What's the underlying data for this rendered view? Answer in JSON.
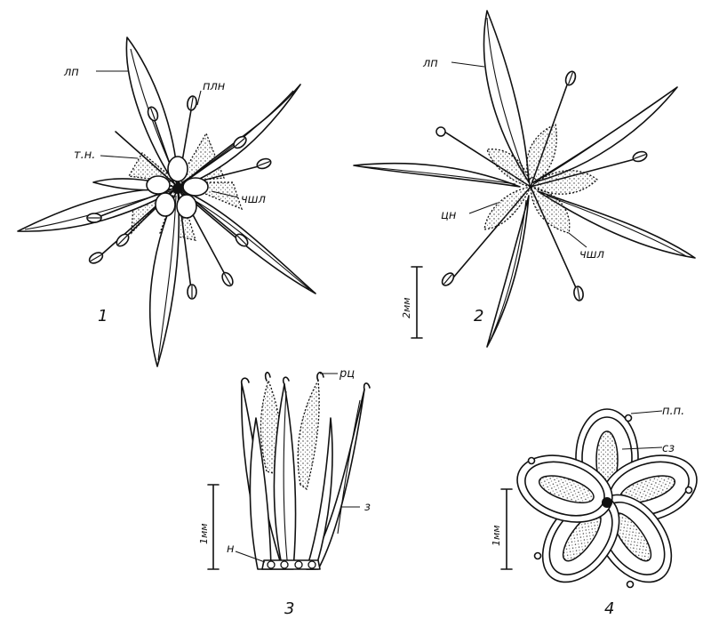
{
  "figures": [
    {
      "number": "1",
      "labels": {
        "petal": "лп",
        "anther": "плн",
        "nectary": "т.н.",
        "sepal": "чшл"
      }
    },
    {
      "number": "2",
      "labels": {
        "petal": "лп",
        "nectary": "цн",
        "sepal": "чшл"
      },
      "scale": "2мм"
    },
    {
      "number": "3",
      "labels": {
        "stigma": "рц",
        "ovary": "з",
        "nectary": "н"
      },
      "scale": "1мм"
    },
    {
      "number": "4",
      "labels": {
        "wall": "п.п.",
        "seed": "сз"
      },
      "scale": "1мм"
    }
  ]
}
